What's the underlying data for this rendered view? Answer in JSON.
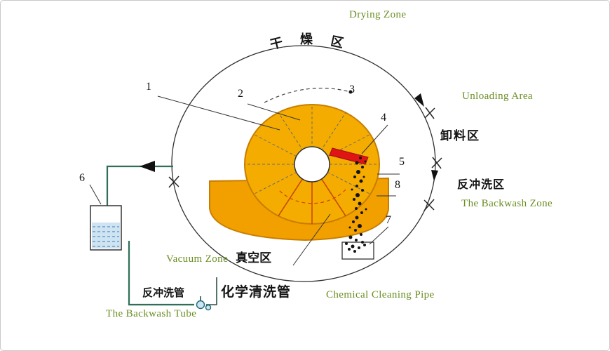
{
  "colors": {
    "label_green": "#6b8e23",
    "ink": "#141414",
    "ring_orange": "#f5ac00",
    "tank_orange": "#f2a000",
    "ring_edge": "#c87d00",
    "scraper_red": "#e01414",
    "pipe_green": "#2f6e58",
    "liquid_blue": "#cfe4f2"
  },
  "zones": {
    "drying_en": "Drying Zone",
    "drying_zh_chars": [
      "干",
      "燥",
      "区"
    ],
    "unloading_en": "Unloading Area",
    "unloading_zh": "卸料区",
    "backwash_zh": "反冲洗区",
    "backwash_en": "The Backwash Zone",
    "vacuum_en": "Vacuum Zone",
    "vacuum_zh": "真空区"
  },
  "pipes": {
    "backwash_tube_zh": "反冲洗管",
    "backwash_tube_en": "The Backwash Tube",
    "chemical_zh": "化学清洗管",
    "chemical_en": "Chemical Cleaning Pipe"
  },
  "callouts": {
    "n1": "1",
    "n2": "2",
    "n3": "3",
    "n4": "4",
    "n5": "5",
    "n6": "6",
    "n7": "7",
    "n8": "8"
  }
}
